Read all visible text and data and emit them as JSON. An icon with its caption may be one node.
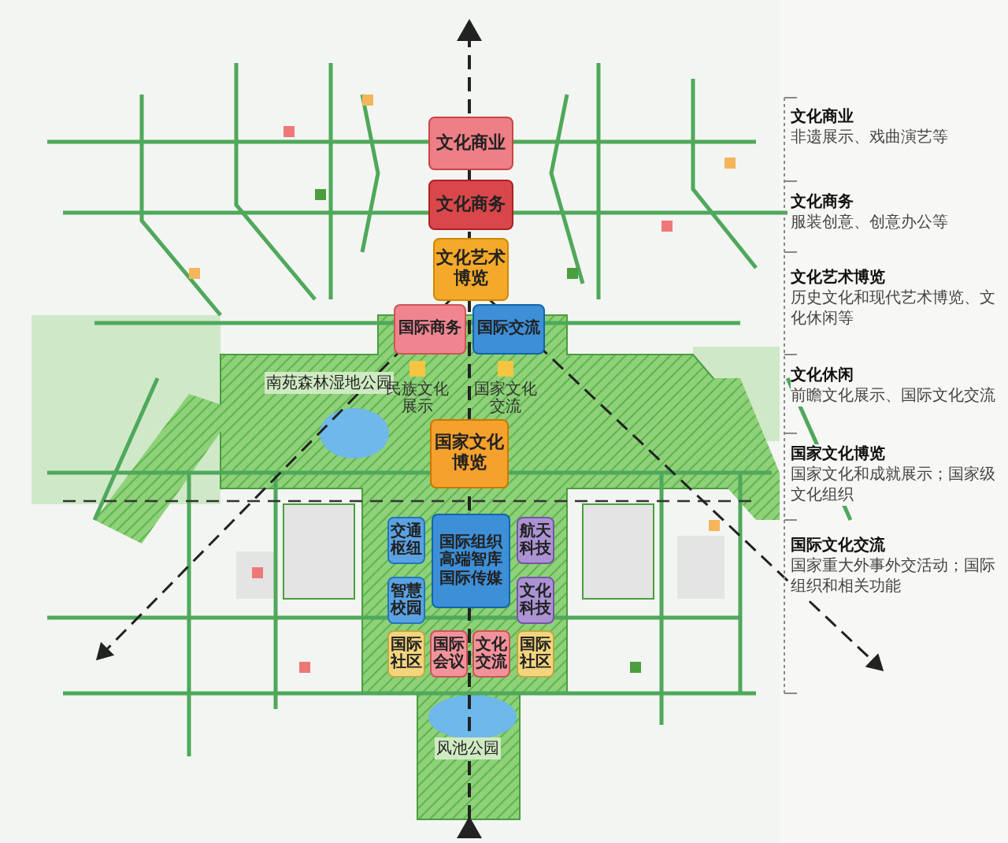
{
  "diagram": {
    "nodes": [
      {
        "text": [
          "文化商业"
        ]
      },
      {
        "text": [
          "文化商务"
        ]
      },
      {
        "text": [
          "文化艺术博览"
        ]
      },
      {
        "text": [
          "国际商务"
        ]
      },
      {
        "text": [
          "国际交流"
        ]
      },
      {
        "text": [
          "国家文化博览"
        ]
      },
      {
        "text": [
          "国际组织高端智库国际传媒"
        ]
      },
      {
        "text": [
          "交通枢纽"
        ]
      },
      {
        "text": [
          "智慧校园"
        ]
      },
      {
        "text": [
          "航天科技"
        ]
      },
      {
        "text": [
          "文化科技"
        ]
      },
      {
        "text": [
          "国际社区"
        ]
      },
      {
        "text": [
          "国际会议"
        ]
      },
      {
        "text": [
          "文化交流"
        ]
      },
      {
        "text": [
          "国际社区"
        ]
      }
    ],
    "labels": [
      "南苑森林湿地公园",
      "民族文化展示",
      "国家文化交流",
      "风池公园",
      "文化商业",
      "非遗展示、戏曲演艺等",
      "文化商务",
      "服装创意、创意办公等",
      "文化艺术博览",
      "历史文化和现代艺术博览、文化休闲等",
      "文化休闲",
      "前瞻文化展示、国际文化交流",
      "国家文化博览",
      "国家文化和成就展示；国家级文化组织",
      "国际文化交流",
      "国家重大外事外交活动；国际组织和相关功能"
    ]
  }
}
